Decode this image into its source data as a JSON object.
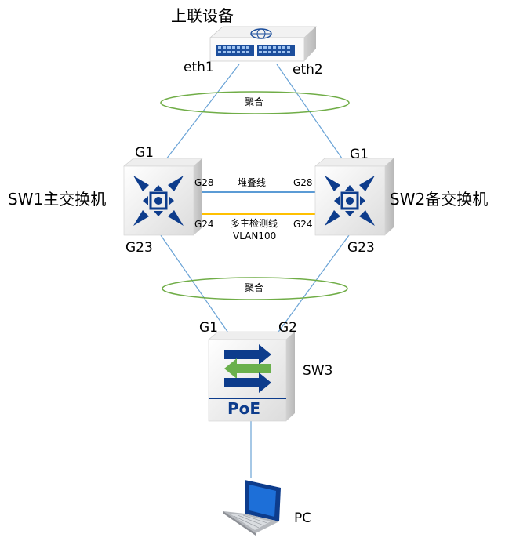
{
  "diagram": {
    "upstream_device": "上联设备",
    "eth1": "eth1",
    "eth2": "eth2",
    "lag_top": "聚合",
    "lag_bottom": "聚合",
    "sw1": {
      "name": "SW1主交换机",
      "uplink_port": "G1",
      "downlink_port": "G23",
      "stack_port": "G28",
      "detect_port": "G24"
    },
    "sw2": {
      "name": "SW2备交换机",
      "uplink_port": "G1",
      "downlink_port": "G23",
      "stack_port": "G28",
      "detect_port": "G24"
    },
    "stack_line": "堆叠线",
    "detect_line": "多主检测线",
    "detect_vlan": "VLAN100",
    "sw3": {
      "name": "SW3",
      "port_left": "G1",
      "port_right": "G2",
      "poe_label": "PoE"
    },
    "pc": "PC",
    "colors": {
      "link": "#6aa3d6",
      "lag_ellipse": "#70ad47",
      "stack_line": "#5b9bd5",
      "detect_line": "#ffc000",
      "device_blue": "#0d3c8c",
      "arrow_green": "#6ab04c"
    },
    "icons": [
      "switch-icon",
      "core-switch-icon",
      "poe-switch-icon",
      "laptop-icon"
    ]
  }
}
